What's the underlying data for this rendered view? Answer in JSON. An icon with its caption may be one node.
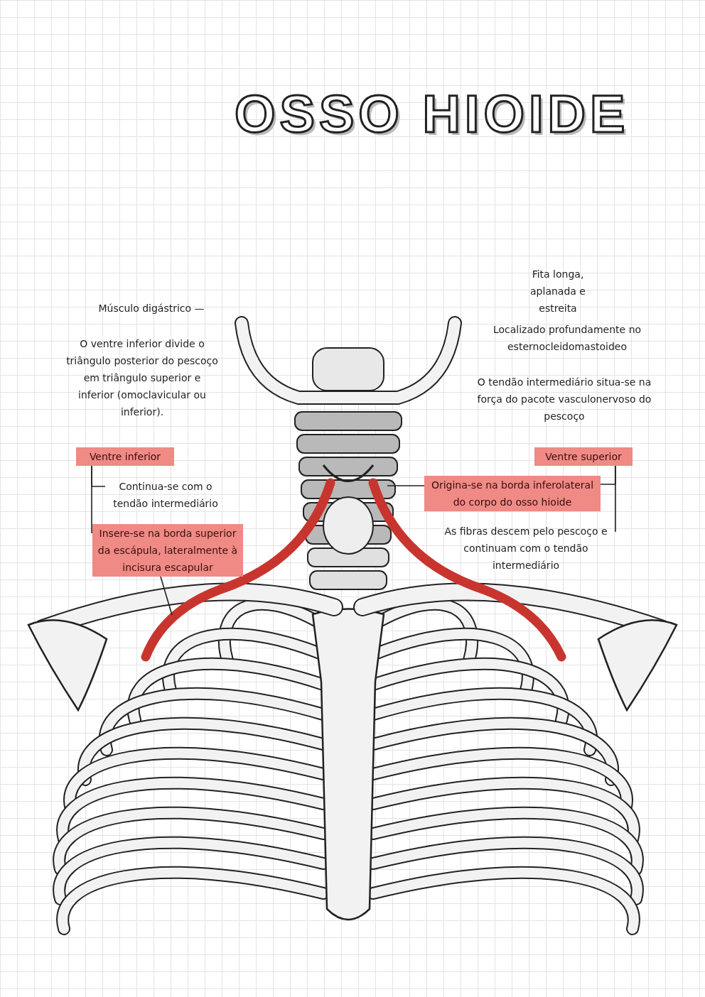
{
  "diagram": {
    "title": "OSSO HIOIDE",
    "nodes": [
      {
        "text": [
          "Ventre inferior"
        ]
      },
      {
        "text": [
          "Continua-se com o tendão intermediário"
        ]
      },
      {
        "text": [
          "Insere-se na borda superior da escápula, lateralmente à incisura escapular"
        ]
      },
      {
        "text": [
          "Ventre superior"
        ]
      },
      {
        "text": [
          "Origina-se na borda inferolateral do corpo do osso hioide"
        ]
      },
      {
        "text": [
          "As fibras descem pelo pescoço e continuam com o tendão intermediário"
        ]
      }
    ],
    "edges": [
      {
        "from": 0,
        "to": 1,
        "arrow": "none"
      },
      {
        "from": 0,
        "to": 2,
        "arrow": "none"
      },
      {
        "from": 2,
        "to": null,
        "arrow": "none"
      },
      {
        "from": 3,
        "to": 4,
        "arrow": "none"
      },
      {
        "from": 3,
        "to": 5,
        "arrow": "none"
      },
      {
        "from": 4,
        "to": null,
        "arrow": "none"
      }
    ],
    "labels": [
      "Músculo digástrico —",
      "O ventre inferior divide o triângulo posterior do pescoço em triângulo superior e inferior (omoclavicular ou inferior).",
      "Fita longa, aplanada e estreita",
      "Localizado profundamente no esternocleidomastoideo",
      "O tendão intermediário situa-se na força do pacote vasculonervoso do pescoço"
    ]
  }
}
